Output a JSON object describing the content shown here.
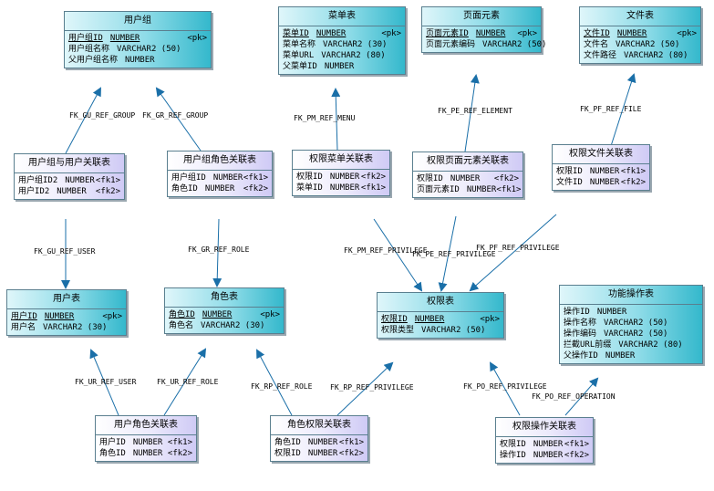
{
  "tables": {
    "yonghuzu": {
      "name": "用户组",
      "columns": [
        [
          "用户组ID",
          "NUMBER",
          "<pk>"
        ],
        [
          "用户组名称",
          "VARCHAR2 (50)",
          ""
        ],
        [
          "父用户组名称",
          "NUMBER",
          ""
        ]
      ]
    },
    "caidan": {
      "name": "菜单表",
      "columns": [
        [
          "菜单ID",
          "NUMBER",
          "<pk>"
        ],
        [
          "菜单名称",
          "VARCHAR2 (30)",
          ""
        ],
        [
          "菜单URL",
          "VARCHAR2 (80)",
          ""
        ],
        [
          "父菜单ID",
          "NUMBER",
          ""
        ]
      ]
    },
    "yemian": {
      "name": "页面元素",
      "columns": [
        [
          "页面元素ID",
          "NUMBER",
          "<pk>"
        ],
        [
          "页面元素编码",
          "VARCHAR2 (50)",
          ""
        ]
      ]
    },
    "wenjian": {
      "name": "文件表",
      "columns": [
        [
          "文件ID",
          "NUMBER",
          "<pk>"
        ],
        [
          "文件名",
          "VARCHAR2 (50)",
          ""
        ],
        [
          "文件路径",
          "VARCHAR2 (80)",
          ""
        ]
      ]
    },
    "zuyonghu": {
      "name": "用户组与用户关联表",
      "columns": [
        [
          "用户组ID2",
          "NUMBER",
          "<fk1>"
        ],
        [
          "用户ID2",
          "NUMBER",
          "<fk2>"
        ]
      ]
    },
    "zujuese": {
      "name": "用户组角色关联表",
      "columns": [
        [
          "用户组ID",
          "NUMBER",
          "<fk1>"
        ],
        [
          "角色ID",
          "NUMBER",
          "<fk2>"
        ]
      ]
    },
    "quanxiancaidan": {
      "name": "权限菜单关联表",
      "columns": [
        [
          "权限ID",
          "NUMBER",
          "<fk2>"
        ],
        [
          "菜单ID",
          "NUMBER",
          "<fk1>"
        ]
      ]
    },
    "quanxianyemian": {
      "name": "权限页面元素关联表",
      "columns": [
        [
          "权限ID",
          "NUMBER",
          "<fk2>"
        ],
        [
          "页面元素ID",
          "NUMBER",
          "<fk1>"
        ]
      ]
    },
    "quanxianwenjian": {
      "name": "权限文件关联表",
      "columns": [
        [
          "权限ID",
          "NUMBER",
          "<fk1>"
        ],
        [
          "文件ID",
          "NUMBER",
          "<fk2>"
        ]
      ]
    },
    "yonghu": {
      "name": "用户表",
      "columns": [
        [
          "用户ID",
          "NUMBER",
          "<pk>"
        ],
        [
          "用户名",
          "VARCHAR2 (30)",
          ""
        ]
      ]
    },
    "juese": {
      "name": "角色表",
      "columns": [
        [
          "角色ID",
          "NUMBER",
          "<pk>"
        ],
        [
          "角色名",
          "VARCHAR2 (30)",
          ""
        ]
      ]
    },
    "quanxian": {
      "name": "权限表",
      "columns": [
        [
          "权限ID",
          "NUMBER",
          "<pk>"
        ],
        [
          "权限类型",
          "VARCHAR2 (50)",
          ""
        ]
      ]
    },
    "gongneng": {
      "name": "功能操作表",
      "columns": [
        [
          "操作ID",
          "NUMBER",
          ""
        ],
        [
          "操作名称",
          "VARCHAR2 (50)",
          ""
        ],
        [
          "操作编码",
          "VARCHAR2 (50)",
          ""
        ],
        [
          "拦截URL前缀",
          "VARCHAR2 (80)",
          ""
        ],
        [
          "父操作ID",
          "NUMBER",
          ""
        ]
      ]
    },
    "yonghujuese": {
      "name": "用户角色关联表",
      "columns": [
        [
          "用户ID",
          "NUMBER",
          "<fk1>"
        ],
        [
          "角色ID",
          "NUMBER",
          "<fk2>"
        ]
      ]
    },
    "juesequanxian": {
      "name": "角色权限关联表",
      "columns": [
        [
          "角色ID",
          "NUMBER",
          "<fk1>"
        ],
        [
          "权限ID",
          "NUMBER",
          "<fk2>"
        ]
      ]
    },
    "quanxiancaozuo": {
      "name": "权限操作关联表",
      "columns": [
        [
          "权限ID",
          "NUMBER",
          "<fk1>"
        ],
        [
          "操作ID",
          "NUMBER",
          "<fk2>"
        ]
      ]
    }
  },
  "relations": [
    "FK_GU_REF_GROUP",
    "FK_GR_REF_GROUP",
    "FK_PM_REF_MENU",
    "FK_PE_REF_ELEMENT",
    "FK_PF_REF_FILE",
    "FK_GU_REF_USER",
    "FK_GR_REF_ROLE",
    "FK_PM_REF_PRIVILEGE",
    "FK_PE_REF_PRIVILEGE",
    "FK_PF_REF_PRIVILEGE",
    "FK_UR_REF_USER",
    "FK_UR_REF_ROLE",
    "FK_RP_REF_ROLE",
    "FK_RP_REF_PRIVILEGE",
    "FK_PO_REF_PRIVILEGE",
    "FK_PO_REF_OPERATION"
  ],
  "colors": {
    "entity": "#34b8cc",
    "link_table": "#cfcaf5",
    "line": "#1a6fa8"
  }
}
